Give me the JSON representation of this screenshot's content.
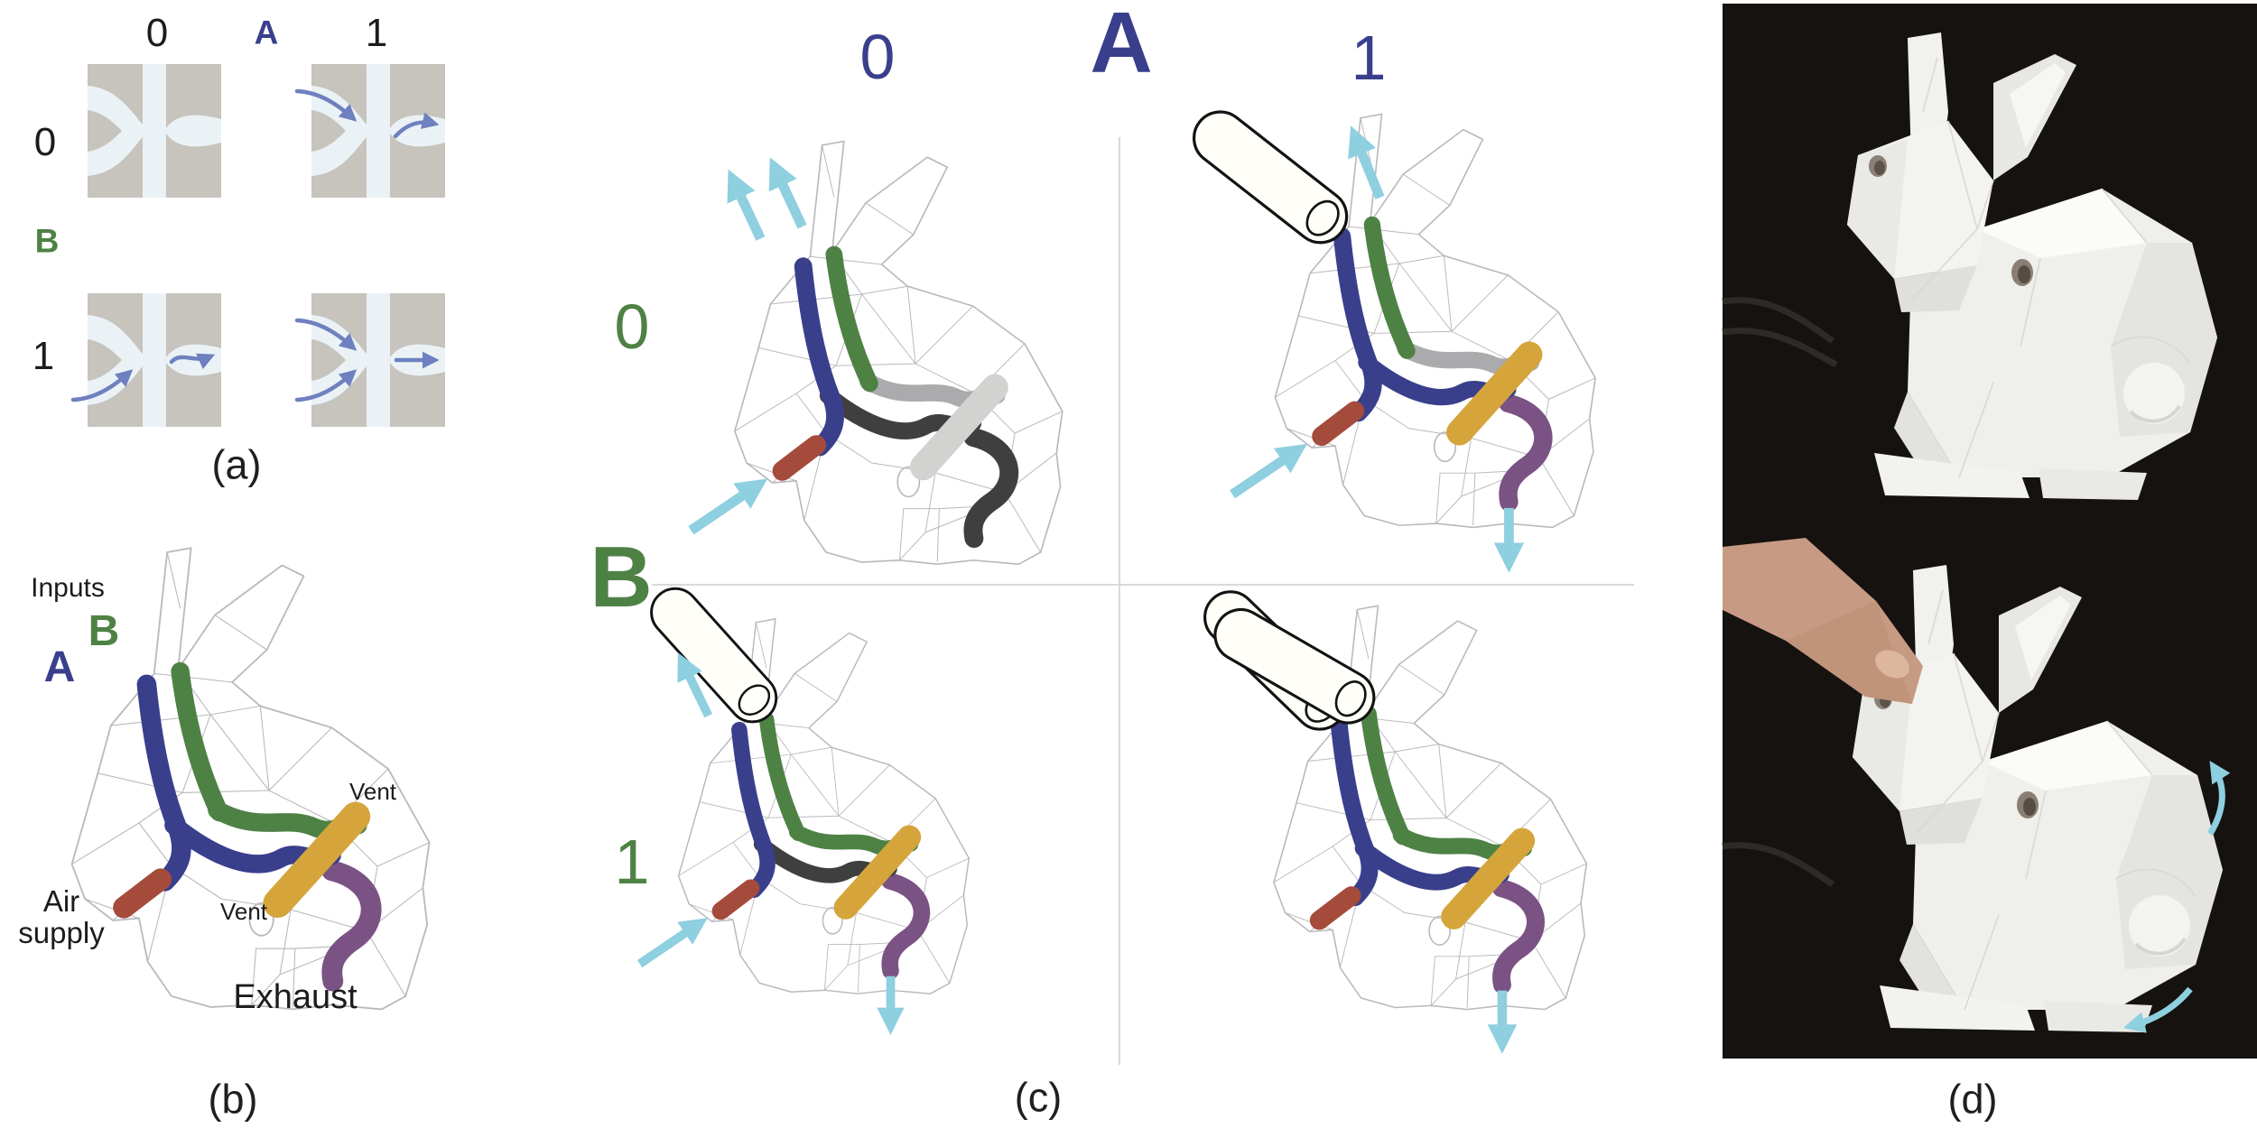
{
  "panel_a": {
    "caption": "(a)",
    "column_variable": "A",
    "column_values": [
      "0",
      "1"
    ],
    "row_variable": "B",
    "row_values": [
      "0",
      "1"
    ],
    "cells": [
      {
        "A": "0",
        "B": "0",
        "arrow_top_in": false,
        "arrow_bottom_in": false,
        "arrow_out": "none"
      },
      {
        "A": "1",
        "B": "0",
        "arrow_top_in": true,
        "arrow_bottom_in": false,
        "arrow_out": "up"
      },
      {
        "A": "0",
        "B": "1",
        "arrow_top_in": false,
        "arrow_bottom_in": true,
        "arrow_out": "s"
      },
      {
        "A": "1",
        "B": "1",
        "arrow_top_in": true,
        "arrow_bottom_in": true,
        "arrow_out": "straight"
      }
    ]
  },
  "panel_b": {
    "caption": "(b)",
    "labels": {
      "inputs": "Inputs",
      "input_a": "A",
      "input_b": "B",
      "air_supply": "Air supply",
      "vent_upper": "Vent",
      "vent_lower": "Vent",
      "exhaust": "Exhaust"
    }
  },
  "panel_c": {
    "caption": "(c)",
    "column_variable": "A",
    "column_values": [
      "0",
      "1"
    ],
    "row_variable": "B",
    "row_values": [
      "0",
      "1"
    ],
    "quadrants": [
      {
        "A": "0",
        "B": "0",
        "pressed_inputs": [],
        "vent_arrows": [
          "A",
          "B"
        ],
        "air_in_arrow": true,
        "exhaust_arrow": false,
        "inactive_parts": [
          "a_branch",
          "b_branch",
          "rod",
          "tail"
        ]
      },
      {
        "A": "1",
        "B": "0",
        "pressed_inputs": [
          "A"
        ],
        "vent_arrows": [
          "B"
        ],
        "air_in_arrow": true,
        "exhaust_arrow": true,
        "inactive_parts": [
          "b_branch"
        ]
      },
      {
        "A": "0",
        "B": "1",
        "pressed_inputs": [
          "B"
        ],
        "vent_arrows": [
          "A"
        ],
        "air_in_arrow": true,
        "exhaust_arrow": true,
        "inactive_parts": [
          "a_branch"
        ]
      },
      {
        "A": "1",
        "B": "1",
        "pressed_inputs": [
          "A",
          "B"
        ],
        "vent_arrows": [],
        "air_in_arrow": false,
        "exhaust_arrow": true,
        "inactive_parts": []
      }
    ]
  },
  "panel_d": {
    "caption": "(d)"
  },
  "colors": {
    "input_a_navy": "#3a3f8c",
    "input_b_green": "#4e8245",
    "air_supply_red": "#a54b3c",
    "vent_yellow": "#d5a53c",
    "exhaust_purple": "#7b5284",
    "flow_arrow_blue": "#6e80bf",
    "air_arrow_cyan": "#8ecfe0",
    "valve_block_gray": "#c7c3bd",
    "channel_light": "#eaf2f5",
    "wireframe_gray": "#b9b9bd",
    "inactive_dark": "#3f3f3f",
    "inactive_light": "#ababad",
    "inactive_rod": "#d2d2d0",
    "photo_background": "#151210"
  }
}
